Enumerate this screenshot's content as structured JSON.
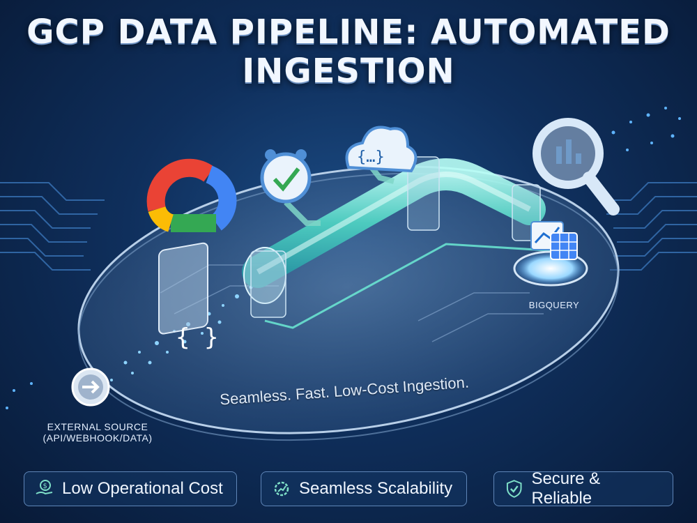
{
  "title": "GCP DATA PIPELINE: AUTOMATED INGESTION",
  "diagram": {
    "external_source_label": "EXTERNAL SOURCE",
    "external_source_sub": "(API/WEBHOOK/DATA)",
    "destination_label": "BIGQUERY",
    "tagline": "Seamless. Fast. Low-Cost Ingestion."
  },
  "features": [
    {
      "label": "Low Operational Cost",
      "icon": "hand-coin-icon"
    },
    {
      "label": "Seamless Scalability",
      "icon": "gear-scale-icon"
    },
    {
      "label": "Secure & Reliable",
      "icon": "shield-check-icon"
    }
  ],
  "colors": {
    "background": "#0f2f5c",
    "pipe": "#5fe8d6",
    "accent_blue": "#4fa8ff",
    "google_red": "#ea4335",
    "google_yellow": "#fbbc05",
    "google_green": "#34a853",
    "google_blue": "#4285f4"
  }
}
